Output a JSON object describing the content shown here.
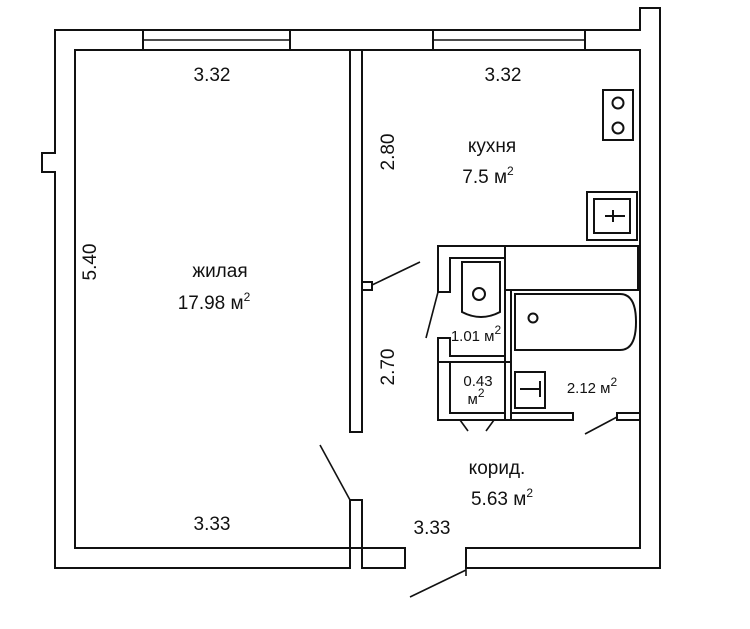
{
  "rooms": {
    "living": {
      "name": "жилая",
      "area": "17.98 м",
      "area_sup": "2"
    },
    "kitchen": {
      "name": "кухня",
      "area": "7.5 м",
      "area_sup": "2"
    },
    "wc": {
      "area": "1.01 м",
      "area_sup": "2"
    },
    "closet": {
      "area_line1": "0.43",
      "area_line2": "м",
      "area_sup": "2"
    },
    "bath": {
      "area": "2.12 м",
      "area_sup": "2"
    },
    "corridor": {
      "name": "корид.",
      "area": "5.63 м",
      "area_sup": "2"
    }
  },
  "dimensions": {
    "living_top": "3.32",
    "living_bottom": "3.33",
    "living_side": "5.40",
    "kitchen_top": "3.32",
    "kitchen_side": "2.80",
    "corridor_side": "2.70",
    "corridor_bottom": "3.33"
  }
}
